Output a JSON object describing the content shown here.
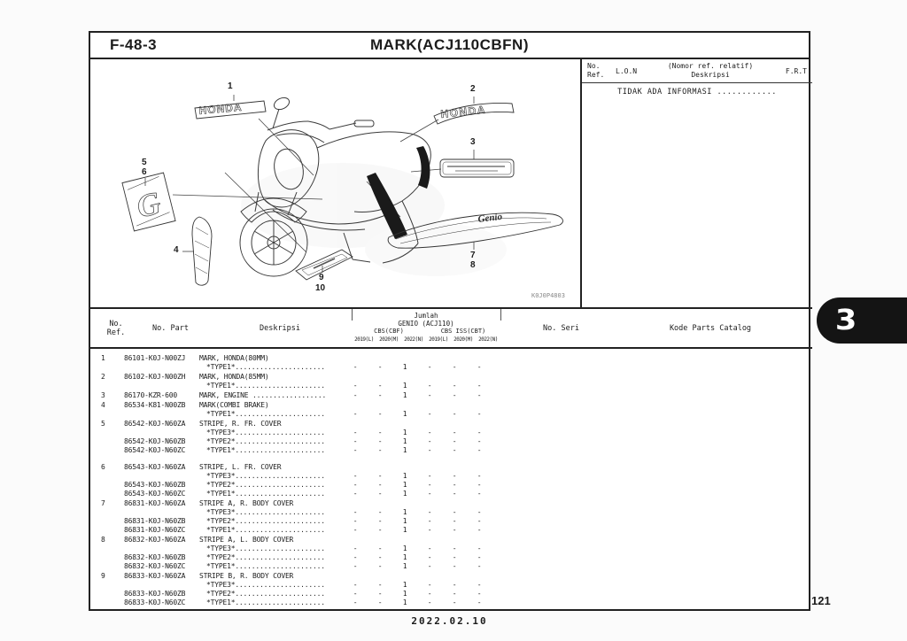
{
  "header": {
    "page_code": "F-48-3",
    "title": "MARK(ACJ110CBFN)"
  },
  "info_table": {
    "col_no": "No.",
    "col_ref": "Ref.",
    "col_lon": "L.O.N",
    "col_nomor": "(Nomor ref. relatif)",
    "col_deskripsi": "Deskripsi",
    "col_frt": "F.R.T",
    "no_info": "TIDAK ADA INFORMASI ............"
  },
  "diagram": {
    "code": "K0J0P4803",
    "badge1_text": "HONDA",
    "badge2_text": "HONDA",
    "g_sticker_text": "G",
    "stripe_script": "Genio"
  },
  "callouts": [
    "1",
    "2",
    "3",
    "4",
    "5",
    "6",
    "7",
    "8",
    "9",
    "10"
  ],
  "parts_table": {
    "head": {
      "no": "No.",
      "ref": "Ref.",
      "no_part": "No. Part",
      "deskripsi": "Deskripsi",
      "jumlah": "Jumlah",
      "model": "GENIO (ACJ110)",
      "group1": "CBS(CBF)",
      "group2": "CBS ISS(CBT)",
      "years": [
        "2019(L)",
        "2020(M)",
        "2022(N)",
        "2019(L)",
        "2020(M)",
        "2022(N)"
      ],
      "no_seri": "No. Seri",
      "kode": "Kode Parts Catalog"
    },
    "rows": [
      {
        "ref": "1",
        "part": "86101-K0J-N00ZJ",
        "desc": "MARK, HONDA(80MM)",
        "indent": false,
        "qty": [
          "",
          "",
          "",
          "",
          "",
          ""
        ]
      },
      {
        "ref": "",
        "part": "",
        "desc": "*TYPE1*......................",
        "indent": true,
        "qty": [
          "-",
          "-",
          "1",
          "-",
          "-",
          "-"
        ]
      },
      {
        "ref": "2",
        "part": "86102-K0J-N00ZH",
        "desc": "MARK, HONDA(85MM)",
        "indent": false,
        "qty": [
          "",
          "",
          "",
          "",
          "",
          ""
        ]
      },
      {
        "ref": "",
        "part": "",
        "desc": "*TYPE1*......................",
        "indent": true,
        "qty": [
          "-",
          "-",
          "1",
          "-",
          "-",
          "-"
        ]
      },
      {
        "ref": "3",
        "part": "86170-KZR-600",
        "desc": "MARK, ENGINE ..................",
        "indent": false,
        "qty": [
          "-",
          "-",
          "1",
          "-",
          "-",
          "-"
        ]
      },
      {
        "ref": "4",
        "part": "86534-K81-N00ZB",
        "desc": "MARK(COMBI BRAKE)",
        "indent": false,
        "qty": [
          "",
          "",
          "",
          "",
          "",
          ""
        ]
      },
      {
        "ref": "",
        "part": "",
        "desc": "*TYPE1*......................",
        "indent": true,
        "qty": [
          "-",
          "-",
          "1",
          "-",
          "-",
          "-"
        ]
      },
      {
        "ref": "5",
        "part": "86542-K0J-N60ZA",
        "desc": "STRIPE, R. FR. COVER",
        "indent": false,
        "qty": [
          "",
          "",
          "",
          "",
          "",
          ""
        ]
      },
      {
        "ref": "",
        "part": "",
        "desc": "*TYPE3*......................",
        "indent": true,
        "qty": [
          "-",
          "-",
          "1",
          "-",
          "-",
          "-"
        ]
      },
      {
        "ref": "",
        "part": "86542-K0J-N60ZB",
        "desc": "*TYPE2*......................",
        "indent": true,
        "qty": [
          "-",
          "-",
          "1",
          "-",
          "-",
          "-"
        ]
      },
      {
        "ref": "",
        "part": "86542-K0J-N60ZC",
        "desc": "*TYPE1*......................",
        "indent": true,
        "qty": [
          "-",
          "-",
          "1",
          "-",
          "-",
          "-"
        ]
      },
      {
        "ref": "6",
        "part": "86543-K0J-N60ZA",
        "desc": "STRIPE, L. FR. COVER",
        "indent": false,
        "gap_before": true,
        "qty": [
          "",
          "",
          "",
          "",
          "",
          ""
        ]
      },
      {
        "ref": "",
        "part": "",
        "desc": "*TYPE3*......................",
        "indent": true,
        "qty": [
          "-",
          "-",
          "1",
          "-",
          "-",
          "-"
        ]
      },
      {
        "ref": "",
        "part": "86543-K0J-N60ZB",
        "desc": "*TYPE2*......................",
        "indent": true,
        "qty": [
          "-",
          "-",
          "1",
          "-",
          "-",
          "-"
        ]
      },
      {
        "ref": "",
        "part": "86543-K0J-N60ZC",
        "desc": "*TYPE1*......................",
        "indent": true,
        "qty": [
          "-",
          "-",
          "1",
          "-",
          "-",
          "-"
        ]
      },
      {
        "ref": "7",
        "part": "86831-K0J-N60ZA",
        "desc": "STRIPE A, R. BODY COVER",
        "indent": false,
        "qty": [
          "",
          "",
          "",
          "",
          "",
          ""
        ]
      },
      {
        "ref": "",
        "part": "",
        "desc": "*TYPE3*......................",
        "indent": true,
        "qty": [
          "-",
          "-",
          "1",
          "-",
          "-",
          "-"
        ]
      },
      {
        "ref": "",
        "part": "86831-K0J-N60ZB",
        "desc": "*TYPE2*......................",
        "indent": true,
        "qty": [
          "-",
          "-",
          "1",
          "-",
          "-",
          "-"
        ]
      },
      {
        "ref": "",
        "part": "86831-K0J-N60ZC",
        "desc": "*TYPE1*......................",
        "indent": true,
        "qty": [
          "-",
          "-",
          "1",
          "-",
          "-",
          "-"
        ]
      },
      {
        "ref": "8",
        "part": "86832-K0J-N60ZA",
        "desc": "STRIPE A, L. BODY COVER",
        "indent": false,
        "qty": [
          "",
          "",
          "",
          "",
          "",
          ""
        ]
      },
      {
        "ref": "",
        "part": "",
        "desc": "*TYPE3*......................",
        "indent": true,
        "qty": [
          "-",
          "-",
          "1",
          "-",
          "-",
          "-"
        ]
      },
      {
        "ref": "",
        "part": "86832-K0J-N60ZB",
        "desc": "*TYPE2*......................",
        "indent": true,
        "qty": [
          "-",
          "-",
          "1",
          "-",
          "-",
          "-"
        ]
      },
      {
        "ref": "",
        "part": "86832-K0J-N60ZC",
        "desc": "*TYPE1*......................",
        "indent": true,
        "qty": [
          "-",
          "-",
          "1",
          "-",
          "-",
          "-"
        ]
      },
      {
        "ref": "9",
        "part": "86833-K0J-N60ZA",
        "desc": "STRIPE B, R. BODY COVER",
        "indent": false,
        "qty": [
          "",
          "",
          "",
          "",
          "",
          ""
        ]
      },
      {
        "ref": "",
        "part": "",
        "desc": "*TYPE3*......................",
        "indent": true,
        "qty": [
          "-",
          "-",
          "1",
          "-",
          "-",
          "-"
        ]
      },
      {
        "ref": "",
        "part": "86833-K0J-N60ZB",
        "desc": "*TYPE2*......................",
        "indent": true,
        "qty": [
          "-",
          "-",
          "1",
          "-",
          "-",
          "-"
        ]
      },
      {
        "ref": "",
        "part": "86833-K0J-N60ZC",
        "desc": "*TYPE1*......................",
        "indent": true,
        "qty": [
          "-",
          "-",
          "1",
          "-",
          "-",
          "-"
        ]
      }
    ]
  },
  "side_tab": "3",
  "footer": {
    "date": "2022.02.10",
    "page_number": "121"
  }
}
